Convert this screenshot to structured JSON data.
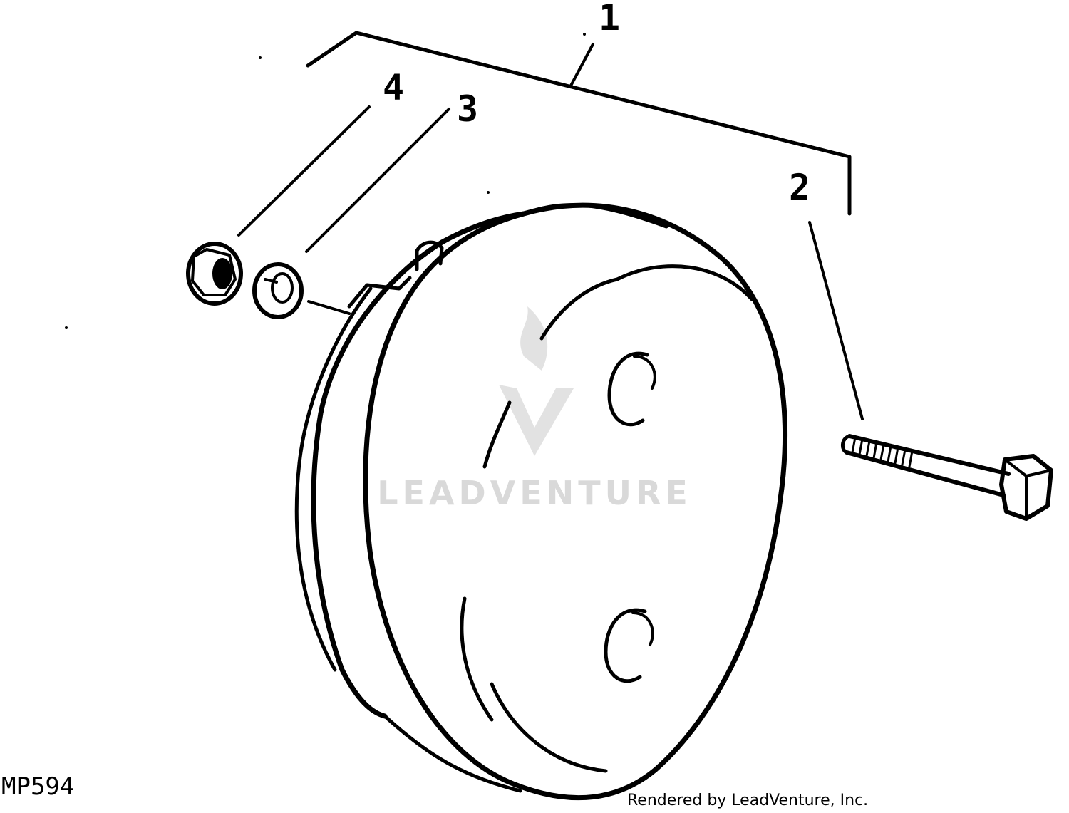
{
  "diagram": {
    "callouts": [
      "1",
      "2",
      "3",
      "4"
    ],
    "figure_code": "MP594",
    "credit": "Rendered by LeadVenture, Inc.",
    "watermark": "LEADVENTURE"
  }
}
